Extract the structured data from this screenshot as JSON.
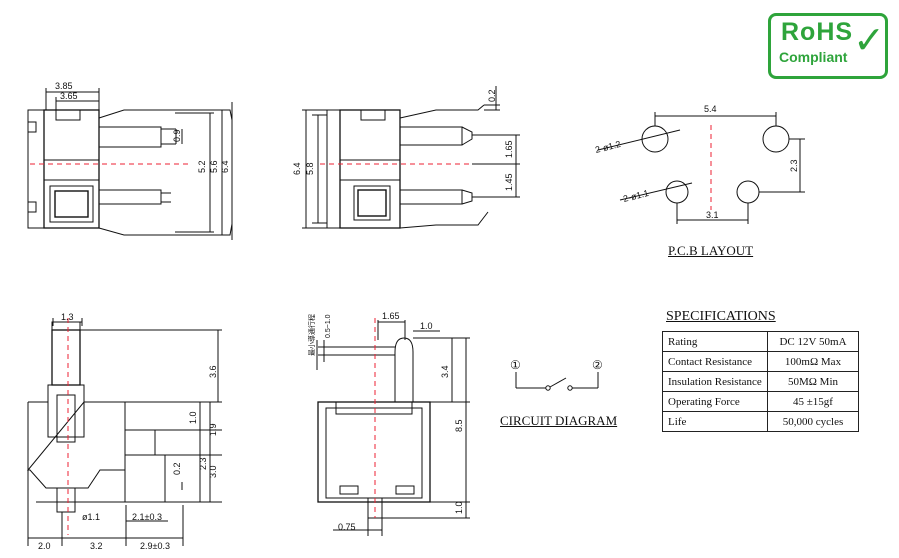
{
  "logo": {
    "line1": "RoHS",
    "line2": "Compliant"
  },
  "top_view_1": {
    "dim_width_outer": "3.85",
    "dim_width_inner": "3.65",
    "dim_pin_offset": "0.9",
    "dim_h1": "5.2",
    "dim_h2": "5.6",
    "dim_h3": "6.4"
  },
  "top_view_2": {
    "dim_h_outer": "6.4",
    "dim_h_inner": "5.8",
    "dim_pin_tip": "0.2",
    "dim_pin_up": "1.65",
    "dim_pin_down": "1.45"
  },
  "pcb_layout": {
    "title": "P.C.B LAYOUT",
    "dim_top": "5.4",
    "dim_bottom": "3.1",
    "dim_right": "2.3",
    "hole_label_1": "2-ø1.2",
    "hole_label_2": "2-ø1.1"
  },
  "front_view": {
    "dim_top": "1.3",
    "dim_a": "3.6",
    "dim_b": "1.0",
    "dim_c": "1.9",
    "dim_d": "2.3",
    "dim_e": "3.0",
    "dim_f": "0.2",
    "dim_hole": "ø1.1",
    "dim_g": "2.1±0.3",
    "dim_b1": "2.0",
    "dim_b2": "3.2",
    "dim_b3": "2.9±0.3"
  },
  "side_view": {
    "note": "最小導通行程",
    "note_range": "0.5~1.0",
    "dim_top": "1.65",
    "dim_tip": "1.0",
    "dim_a": "3.4",
    "dim_h": "8.5",
    "dim_base": "1.0",
    "dim_bottom": "0.75"
  },
  "circuit": {
    "title": "CIRCUIT DIAGRAM",
    "pin1": "①",
    "pin2": "②"
  },
  "specs": {
    "title": "SPECIFICATIONS",
    "rows": [
      {
        "label": "Rating",
        "value": "DC 12V  50mA"
      },
      {
        "label": "Contact Resistance",
        "value": "100mΩ  Max"
      },
      {
        "label": "Insulation Resistance",
        "value": "50MΩ  Min"
      },
      {
        "label": "Operating Force",
        "value": "45 ±15gf"
      },
      {
        "label": "Life",
        "value": "50,000 cycles"
      }
    ]
  }
}
